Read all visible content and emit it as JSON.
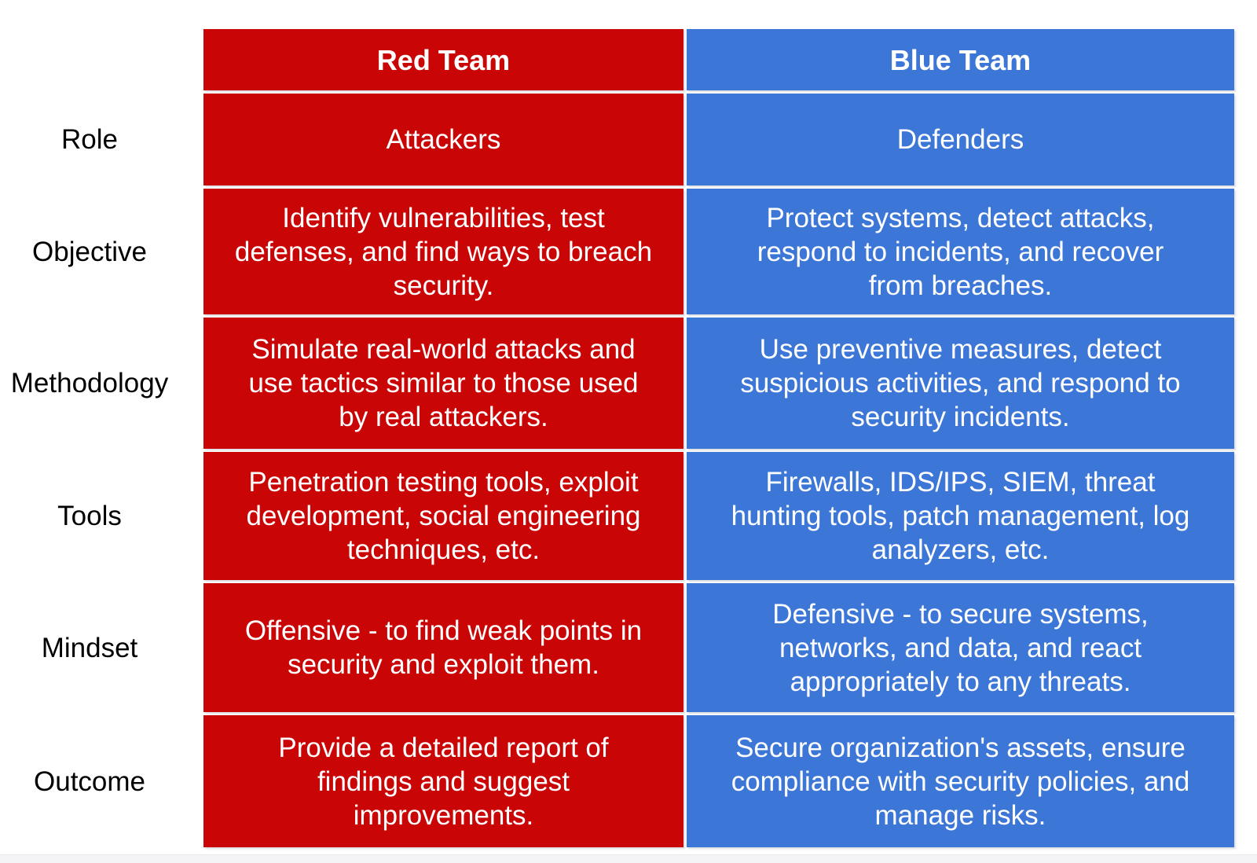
{
  "slide": {
    "background": "#ffffff",
    "bottom_strip_color": "#f4f4f7"
  },
  "colors": {
    "red_team": "#ca0505",
    "blue_team": "#3c77d8",
    "cell_text": "#ffffff",
    "label_text": "#000000"
  },
  "table": {
    "columns": [
      {
        "key": "red",
        "header": "Red Team"
      },
      {
        "key": "blue",
        "header": "Blue Team"
      }
    ],
    "rows": [
      {
        "label": "Role",
        "red": "Attackers",
        "blue": "Defenders"
      },
      {
        "label": "Objective",
        "red": "Identify vulnerabilities, test\ndefenses, and find ways to breach\nsecurity.",
        "blue": "Protect systems, detect attacks,\nrespond to incidents, and recover\nfrom breaches."
      },
      {
        "label": "Methodology",
        "red": "Simulate real-world attacks and\nuse tactics similar to those used\nby real attackers.",
        "blue": "Use preventive measures, detect\nsuspicious activities, and respond to\nsecurity incidents."
      },
      {
        "label": "Tools",
        "red": "Penetration testing tools, exploit\ndevelopment, social engineering\ntechniques, etc.",
        "blue": "Firewalls, IDS/IPS, SIEM, threat\nhunting tools, patch management, log\nanalyzers, etc."
      },
      {
        "label": "Mindset",
        "red": "Offensive - to find weak points in\nsecurity and exploit them.",
        "blue": "Defensive - to secure systems,\nnetworks, and data, and react\nappropriately to any threats."
      },
      {
        "label": "Outcome",
        "red": "Provide a detailed report of\nfindings and suggest\nimprovements.",
        "blue": "Secure organization's assets, ensure\ncompliance with security policies, and\nmanage risks."
      }
    ]
  }
}
